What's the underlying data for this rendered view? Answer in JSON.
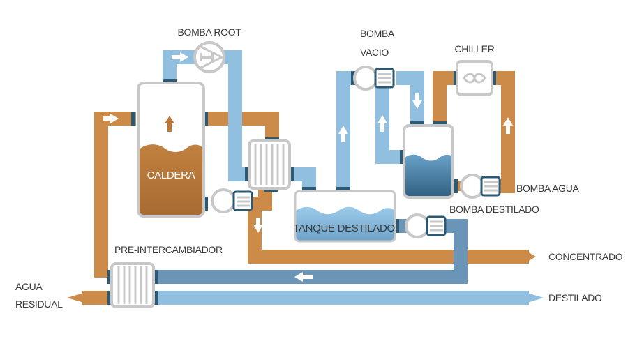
{
  "title": "Diagrama de proceso de destilación al vacío",
  "labels": {
    "bomba_root": "BOMBA ROOT",
    "bomba_vacio_1": "BOMBA",
    "bomba_vacio_2": "VACIO",
    "chiller": "CHILLER",
    "caldera": "CALDERA",
    "bomba_agua": "BOMBA AGUA",
    "bomba_destilado": "BOMBA DESTILADO",
    "tanque_destilado": "TANQUE DESTILADO",
    "pre_intercambiador": "PRE-INTERCAMBIADOR",
    "agua_residual_1": "AGUA",
    "agua_residual_2": "RESIDUAL",
    "concentrado": "CONCENTRADO",
    "destilado": "DESTILADO"
  },
  "colors": {
    "hot_pipe": "#cd8b49",
    "vapor_pipe": "#91bfe0",
    "distillate_pipe": "#6b95b6",
    "connector": "#2c5a75",
    "equipment_outline": "#c8c8c8",
    "caldera_fill": "#b9773a",
    "tank_fill_light": "#8cbde0",
    "tank_fill_dark": "#3d6f92",
    "text": "#3a3a3a"
  }
}
